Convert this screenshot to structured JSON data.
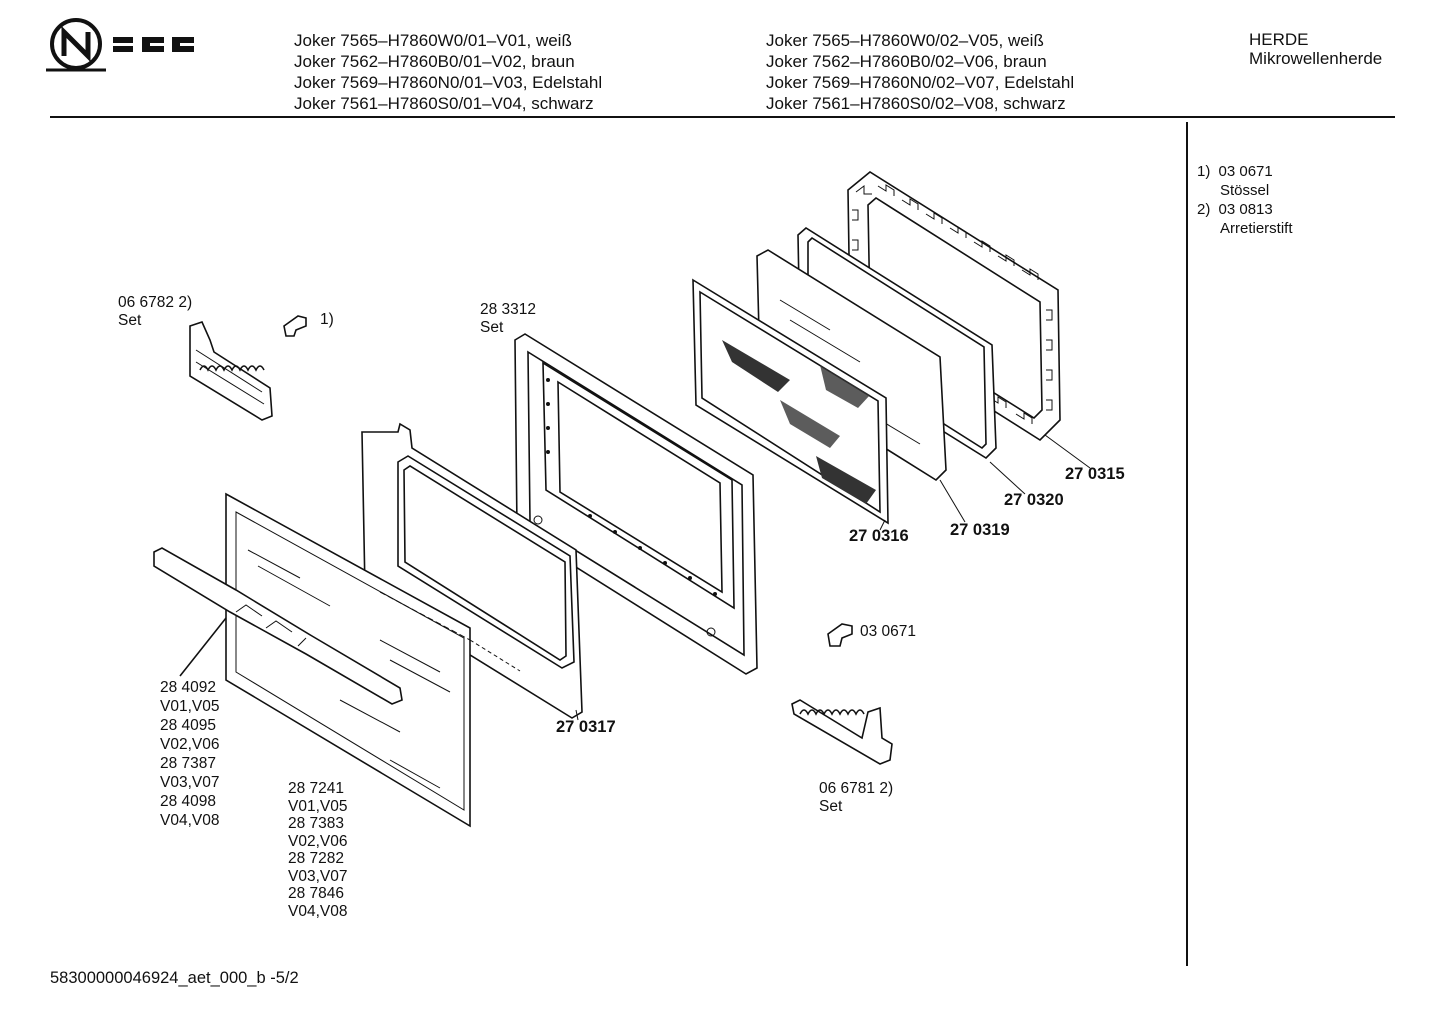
{
  "brand": {
    "name": "NEFF"
  },
  "header": {
    "models_left": [
      "Joker 7565–H7860W0/01–V01, weiß",
      "Joker 7562–H7860B0/01–V02, braun",
      "Joker 7569–H7860N0/01–V03, Edelstahl",
      "Joker 7561–H7860S0/01–V04, schwarz"
    ],
    "models_right": [
      "Joker 7565–H7860W0/02–V05, weiß",
      "Joker 7562–H7860B0/02–V06, braun",
      "Joker 7569–H7860N0/02–V07, Edelstahl",
      "Joker 7561–H7860S0/02–V08, schwarz"
    ],
    "category": [
      "HERDE",
      "Mikrowellenherde"
    ]
  },
  "legend": [
    {
      "num": "1)",
      "code": "03 0671",
      "name": "Stössel"
    },
    {
      "num": "2)",
      "code": "03 0813",
      "name": "Arretierstift"
    }
  ],
  "parts": {
    "p066782": [
      "06 6782 2)",
      "Set"
    ],
    "p1": "1)",
    "p283312": [
      "28 3312",
      "Set"
    ],
    "p270315": "27 0315",
    "p270320": "27 0320",
    "p270319": "27 0319",
    "p270316": "27 0316",
    "p270317": "27 0317",
    "p030671": "03 0671",
    "p066781": [
      "06 6781 2)",
      "Set"
    ],
    "handle": [
      "28 4092",
      "V01,V05",
      "28 4095",
      "V02,V06",
      "28 7387",
      "V03,V07",
      "28 4098",
      "V04,V08"
    ],
    "front": [
      "28 7241",
      "V01,V05",
      "28 7383",
      "V02,V06",
      "28 7282",
      "V03,V07",
      "28 7846",
      "V04,V08"
    ]
  },
  "footer": {
    "doc_id": "58300000046924_aet_000_b -5/2"
  }
}
